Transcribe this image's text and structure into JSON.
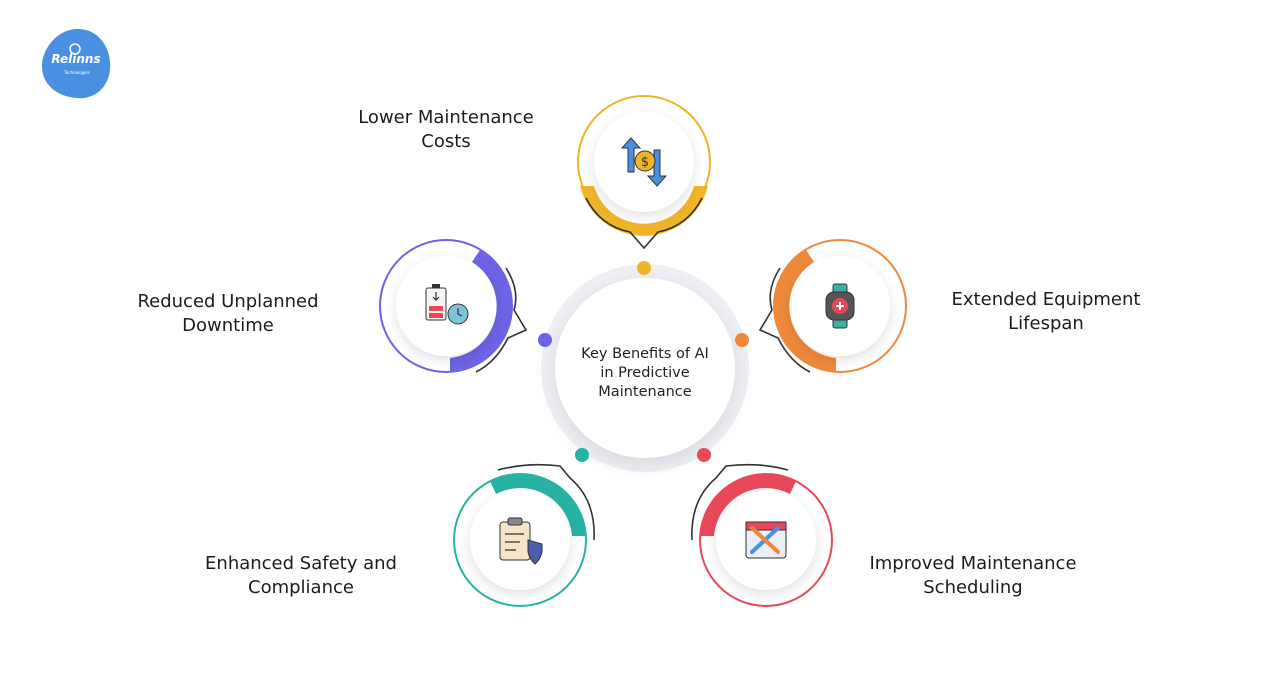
{
  "logo": {
    "text": "Relinns",
    "subtext": "Technologies",
    "color": "#4a90e2"
  },
  "center": {
    "lines": [
      "Key Benefits of AI",
      "in Predictive",
      "Maintenance"
    ]
  },
  "benefits": [
    {
      "id": "lower-costs",
      "lines": [
        "Lower Maintenance",
        "Costs"
      ],
      "color": "#f0b429",
      "icon": "dollar-arrows-icon"
    },
    {
      "id": "extended-lifespan",
      "lines": [
        "Extended Equipment",
        "Lifespan"
      ],
      "color": "#f0883a",
      "icon": "smartwatch-icon"
    },
    {
      "id": "improved-scheduling",
      "lines": [
        "Improved Maintenance",
        "Scheduling"
      ],
      "color": "#e8485a",
      "icon": "calendar-tools-icon"
    },
    {
      "id": "enhanced-safety",
      "lines": [
        "Enhanced Safety and",
        "Compliance"
      ],
      "color": "#26b3a3",
      "icon": "clipboard-shield-icon"
    },
    {
      "id": "reduced-downtime",
      "lines": [
        "Reduced Unplanned",
        "Downtime"
      ],
      "color": "#6c63e6",
      "icon": "battery-clock-icon"
    }
  ]
}
